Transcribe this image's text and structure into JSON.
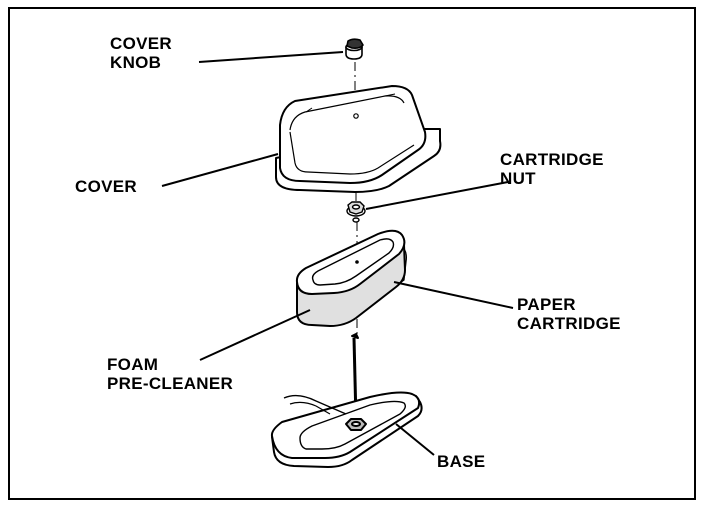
{
  "labels": {
    "cover_knob": [
      "COVER",
      "KNOB"
    ],
    "cover": "COVER",
    "cartridge_nut": [
      "CARTRIDGE",
      "NUT"
    ],
    "paper_cartridge": [
      "PAPER",
      "CARTRIDGE"
    ],
    "foam_pre_cleaner": [
      "FOAM",
      "PRE-CLEANER"
    ],
    "base": "BASE"
  },
  "colors": {
    "line": "#000000",
    "foam_fill": "#e0e0e0",
    "background": "#ffffff"
  }
}
